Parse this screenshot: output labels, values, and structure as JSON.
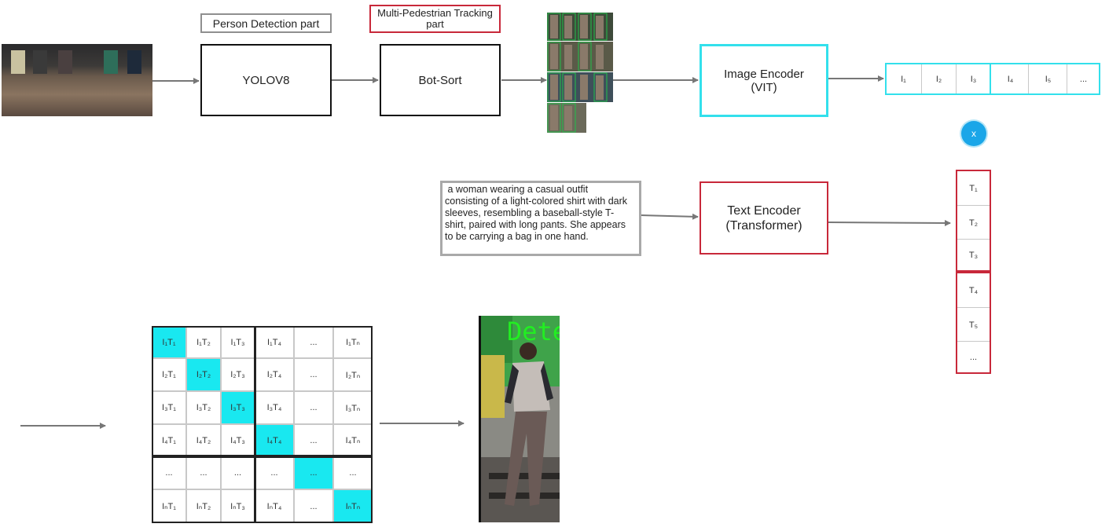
{
  "labels": {
    "detection_part": "Person Detection part",
    "tracking_part_line1": "Multi-Pedestrian Tracking",
    "tracking_part_line2": "part"
  },
  "blocks": {
    "yolo": "YOLOV8",
    "botsort": "Bot-Sort",
    "image_encoder_line1": "Image Encoder",
    "image_encoder_line2": "(VIT)",
    "text_encoder_line1": "Text Encoder",
    "text_encoder_line2": "(Transformer)"
  },
  "description": {
    "lines": [
      " a woman wearing a casual outfit",
      "consisting of a light-colored shirt with dark",
      "sleeves, resembling a baseball-style T-",
      "shirt, paired with long pants. She appears",
      "to be carrying a bag in one hand."
    ]
  },
  "image_tokens": [
    "I₁",
    "I₂",
    "I₃",
    "I₄",
    "I₅",
    "..."
  ],
  "text_tokens": [
    "T₁",
    "T₂",
    "T₃",
    "T₄",
    "T₅",
    "..."
  ],
  "multiply_symbol": "x",
  "matrix": {
    "rows": [
      [
        "I₁T₁",
        "I₁T₂",
        "I₁T₃",
        "I₁T₄",
        "...",
        "I₁Tₙ"
      ],
      [
        "I₂T₁",
        "I₂T₂",
        "I₂T₃",
        "I₂T₄",
        "...",
        "I₂Tₙ"
      ],
      [
        "I₃T₁",
        "I₃T₂",
        "I₃T₃",
        "I₃T₄",
        "...",
        "I₃Tₙ"
      ],
      [
        "I₄T₁",
        "I₄T₂",
        "I₄T₃",
        "I₄T₄",
        "...",
        "I₄Tₙ"
      ],
      [
        "...",
        "...",
        "...",
        "...",
        "...",
        "..."
      ],
      [
        "IₙT₁",
        "IₙT₂",
        "IₙT₃",
        "IₙT₄",
        "...",
        "IₙTₙ"
      ]
    ],
    "highlight_color": "#19e8f0"
  },
  "result_overlay_text": "Dete",
  "colors": {
    "arrow": "#777777",
    "cyan": "#33e0ec",
    "red": "#c8283a",
    "overlay_green": "#22ee22"
  }
}
